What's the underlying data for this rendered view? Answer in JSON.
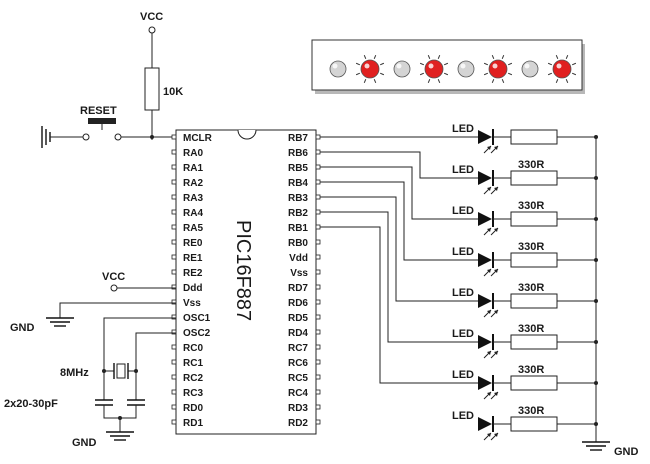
{
  "labels": {
    "vcc_top": "VCC",
    "pullup_value": "10K",
    "reset": "RESET",
    "vcc_side": "VCC",
    "gnd_left": "GND",
    "crystal": "8MHz",
    "caps": "2x20-30pF",
    "gnd_bottom": "GND",
    "gnd_right": "GND",
    "chip": "PIC16F887",
    "led": "LED",
    "resistor": "330R"
  },
  "chip": {
    "left_pins": [
      "MCLR",
      "RA0",
      "RA1",
      "RA2",
      "RA3",
      "RA4",
      "RA5",
      "RE0",
      "RE1",
      "RE2",
      "Ddd",
      "Vss",
      "OSC1",
      "OSC2",
      "RC0",
      "RC1",
      "RC2",
      "RC3",
      "RD0",
      "RD1"
    ],
    "right_pins": [
      "RB7",
      "RB6",
      "RB5",
      "RB4",
      "RB3",
      "RB2",
      "RB1",
      "RB0",
      "Vdd",
      "Vss",
      "RD7",
      "RD6",
      "RD5",
      "RD4",
      "RC7",
      "RC6",
      "RC5",
      "RC4",
      "RD3",
      "RD2"
    ]
  },
  "led_bar": {
    "states": [
      false,
      true,
      false,
      true,
      false,
      true,
      false,
      true
    ],
    "on_color": "#e02020",
    "off_color": "#d4d4d4"
  },
  "leds": [
    {
      "led": "LED",
      "resistor": ""
    },
    {
      "led": "LED",
      "resistor": "330R"
    },
    {
      "led": "LED",
      "resistor": "330R"
    },
    {
      "led": "LED",
      "resistor": "330R"
    },
    {
      "led": "LED",
      "resistor": "330R"
    },
    {
      "led": "LED",
      "resistor": "330R"
    },
    {
      "led": "LED",
      "resistor": "330R"
    },
    {
      "led": "LED",
      "resistor": "330R"
    }
  ]
}
